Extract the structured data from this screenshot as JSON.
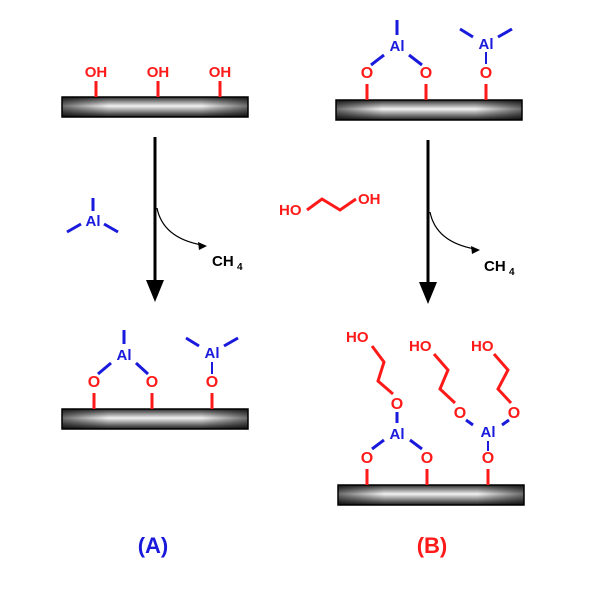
{
  "colors": {
    "oxygen": "#ff1a1a",
    "aluminum": "#1a1adc",
    "black": "#111111"
  },
  "labels": {
    "oh": "OH",
    "o": "O",
    "al": "Al",
    "ho": "HO",
    "ch": "CH",
    "ch_sub": "4",
    "panel_a": "(A)",
    "panel_b": "(B)"
  }
}
